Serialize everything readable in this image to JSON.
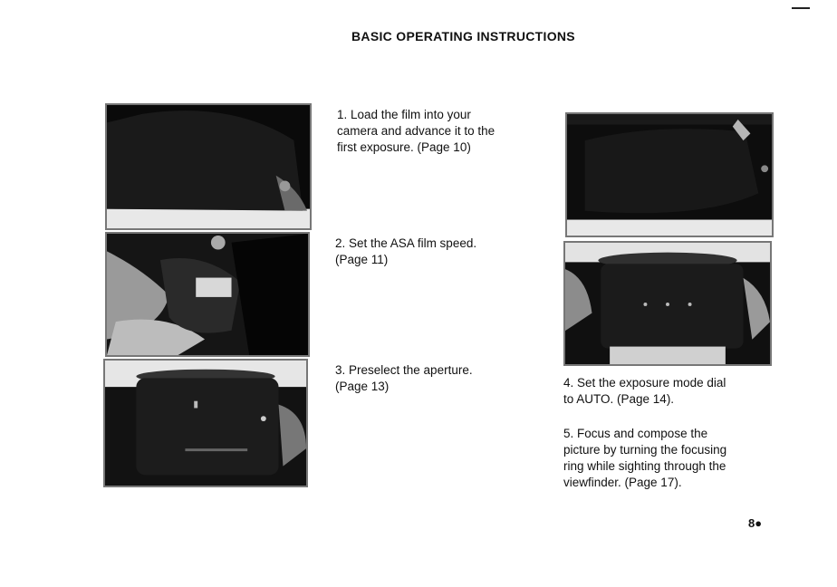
{
  "header": {
    "title": "BASIC OPERATING INSTRUCTIONS"
  },
  "steps": [
    {
      "lines": [
        "1.  Load the film into your",
        "camera and advance it to the",
        "first exposure. (Page 10)"
      ]
    },
    {
      "lines": [
        "2.  Set the ASA film speed.",
        "(Page 11)"
      ]
    },
    {
      "lines": [
        "3.  Preselect the aperture.",
        "(Page 13)"
      ]
    },
    {
      "lines": [
        "4.  Set the exposure mode dial",
        "to AUTO. (Page 14)."
      ]
    },
    {
      "lines": [
        "5.  Focus and compose the",
        "picture by turning the focusing",
        "ring while sighting through the",
        "viewfinder. (Page 17)."
      ]
    }
  ],
  "footer": {
    "page_number": "8●"
  }
}
